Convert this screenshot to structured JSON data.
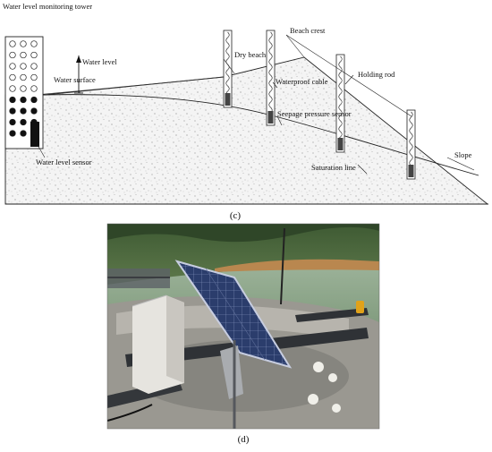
{
  "diagram": {
    "labels": {
      "tower": "Water level monitoring tower",
      "water_level": "Water level",
      "water_surface": "Water surface",
      "beach_crest": "Beach crest",
      "dry_beach": "Dry beach",
      "waterproof_cable": "Waterproof cable",
      "holding_rod": "Holding rod",
      "seepage_sensor": "Seepage pressure sensor",
      "water_level_sensor": "Water level sensor",
      "saturation_line": "Saturation line",
      "slope": "Slope"
    },
    "caption": "(c)"
  },
  "photo": {
    "caption": "(d)",
    "colors": {
      "sky_hill": "#4d6b3f",
      "water": "#8fa98a",
      "panel": "#2c3f6e",
      "concrete": "#9a9891",
      "box": "#e6e4df",
      "beam": "#2f3236",
      "beacon": "#e0a21a"
    }
  }
}
